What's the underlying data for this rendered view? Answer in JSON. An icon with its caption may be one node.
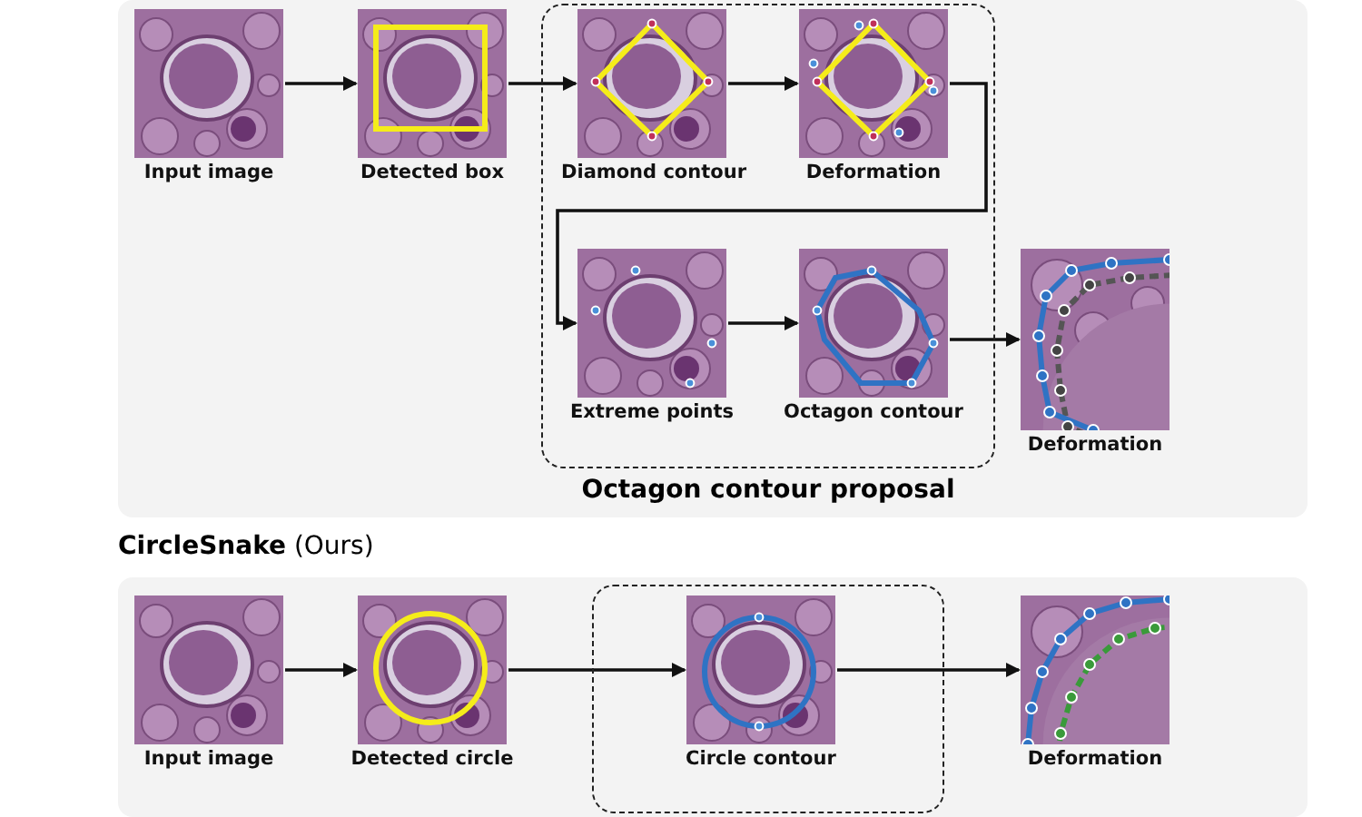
{
  "diagram": {
    "nodes": [
      {
        "text": [
          "Input image"
        ]
      },
      {
        "text": [
          "Detected box"
        ]
      },
      {
        "text": [
          "Octagon contour proposal"
        ]
      },
      {
        "text": [
          "Diamond contour"
        ],
        "in": 2
      },
      {
        "text": [
          "Deformation"
        ],
        "in": 2
      },
      {
        "text": [
          "Extreme points"
        ],
        "in": 2
      },
      {
        "text": [
          "Octagon contour"
        ],
        "in": 2
      },
      {
        "text": [
          "Deformation"
        ]
      },
      {
        "text": [
          "Input image"
        ]
      },
      {
        "text": [
          "Detected circle"
        ]
      },
      {
        "text": [],
        "shape": "box"
      },
      {
        "text": [
          "Circle contour"
        ],
        "in": 10
      },
      {
        "text": [
          "Deformation"
        ]
      }
    ],
    "edges": [
      {
        "from": 0,
        "to": 1,
        "arrow": "to"
      },
      {
        "from": 1,
        "to": 3,
        "arrow": "to"
      },
      {
        "from": 3,
        "to": 4,
        "arrow": "to"
      },
      {
        "from": 4,
        "to": 5,
        "arrow": "to"
      },
      {
        "from": 5,
        "to": 6,
        "arrow": "to"
      },
      {
        "from": 6,
        "to": 7,
        "arrow": "to"
      },
      {
        "from": 8,
        "to": 9,
        "arrow": "to"
      },
      {
        "from": 9,
        "to": 11,
        "arrow": "to"
      },
      {
        "from": 11,
        "to": 12,
        "arrow": "to"
      }
    ],
    "labels": [
      "**CircleSnake** (Ours)"
    ]
  }
}
